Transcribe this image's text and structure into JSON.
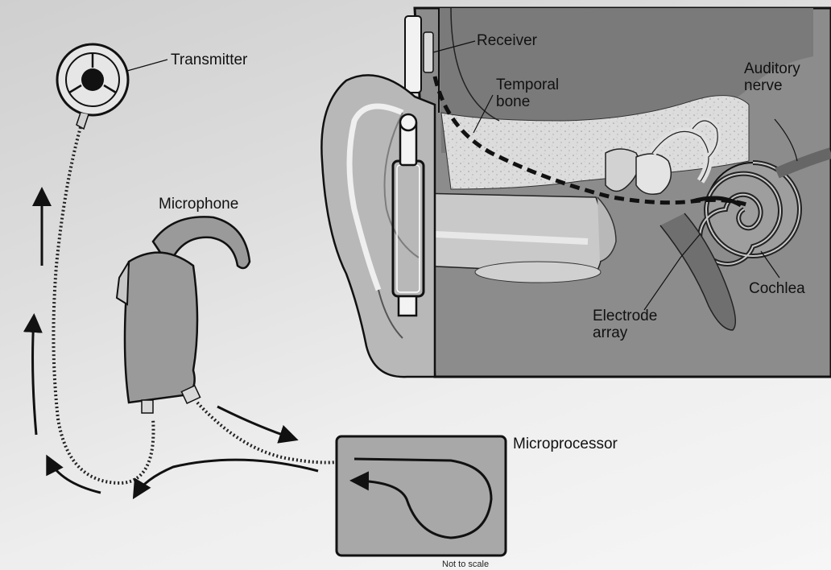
{
  "labels": {
    "transmitter": "Transmitter",
    "receiver": "Receiver",
    "temporal_bone": [
      "Temporal",
      "bone"
    ],
    "auditory_nerve": [
      "Auditory",
      "nerve"
    ],
    "microphone": "Microphone",
    "cochlea": "Cochlea",
    "electrode_array": [
      "Electrode",
      "array"
    ],
    "microprocessor": "Microprocessor",
    "not_to_scale": "Not to scale"
  },
  "colors": {
    "background": "#dcdcdc",
    "panel": "#8a8a8a",
    "skin": "#b8b8b8",
    "bone": "#dadada",
    "outline": "#111111",
    "device": "#9a9a9a"
  },
  "icons": {
    "transmitter": "transmitter-coil-icon",
    "microphone": "behind-the-ear-microphone-icon",
    "microprocessor": "microprocessor-box-icon",
    "signal_arrows": "arrow-icon"
  }
}
